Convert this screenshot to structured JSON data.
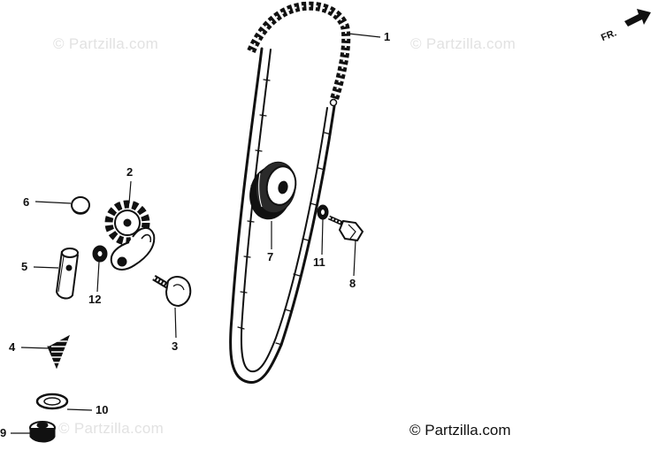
{
  "watermarks": {
    "top_left": "© Partzilla.com",
    "top_right": "© Partzilla.com",
    "bottom": "© Partzilla.com"
  },
  "copyright": "© Partzilla.com",
  "direction_marker": "FR.",
  "callouts": {
    "c1": "1",
    "c2": "2",
    "c3": "3",
    "c4": "4",
    "c5": "5",
    "c6": "6",
    "c7": "7",
    "c8": "8",
    "c9": "9",
    "c10": "10",
    "c11": "11",
    "c12": "12"
  },
  "colors": {
    "line": "#111111",
    "watermark": "#e2e2e2",
    "background": "#ffffff"
  }
}
